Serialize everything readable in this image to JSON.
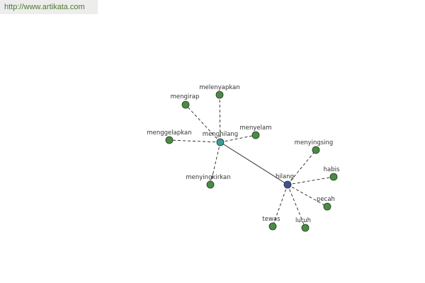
{
  "header": {
    "url": "http://www.artikata.com"
  },
  "colors": {
    "leaf": "#4c8a45",
    "hub_menghilang": "#3d9a9a",
    "hub_hilang": "#3f4f9a",
    "edge": "#222222"
  },
  "graph": {
    "nodes": [
      {
        "id": "menghilang",
        "label": "menghilang",
        "kind": "hub_menghilang"
      },
      {
        "id": "hilang",
        "label": "hilang",
        "kind": "hub_hilang"
      },
      {
        "id": "mengirap",
        "label": "mengirap",
        "kind": "leaf"
      },
      {
        "id": "melenyapkan",
        "label": "melenyapkan",
        "kind": "leaf"
      },
      {
        "id": "menyelam",
        "label": "menyelam",
        "kind": "leaf"
      },
      {
        "id": "menggelapkan",
        "label": "menggelapkan",
        "kind": "leaf"
      },
      {
        "id": "menyingkirkan",
        "label": "menyingkirkan",
        "kind": "leaf"
      },
      {
        "id": "menyingsing",
        "label": "menyingsing",
        "kind": "leaf"
      },
      {
        "id": "habis",
        "label": "habis",
        "kind": "leaf"
      },
      {
        "id": "pecah",
        "label": "pecah",
        "kind": "leaf"
      },
      {
        "id": "luruh",
        "label": "luruh",
        "kind": "leaf"
      },
      {
        "id": "tewas",
        "label": "tewas",
        "kind": "leaf"
      }
    ],
    "edges": [
      {
        "from": "menghilang",
        "to": "hilang",
        "style": "solid"
      },
      {
        "from": "menghilang",
        "to": "mengirap",
        "style": "dashed"
      },
      {
        "from": "menghilang",
        "to": "melenyapkan",
        "style": "dashed"
      },
      {
        "from": "menghilang",
        "to": "menyelam",
        "style": "dashed"
      },
      {
        "from": "menghilang",
        "to": "menggelapkan",
        "style": "dashed"
      },
      {
        "from": "menghilang",
        "to": "menyingkirkan",
        "style": "dashed"
      },
      {
        "from": "hilang",
        "to": "menyingsing",
        "style": "dashed"
      },
      {
        "from": "hilang",
        "to": "habis",
        "style": "dashed"
      },
      {
        "from": "hilang",
        "to": "pecah",
        "style": "dashed"
      },
      {
        "from": "hilang",
        "to": "luruh",
        "style": "dashed"
      },
      {
        "from": "hilang",
        "to": "tewas",
        "style": "dashed"
      }
    ]
  }
}
